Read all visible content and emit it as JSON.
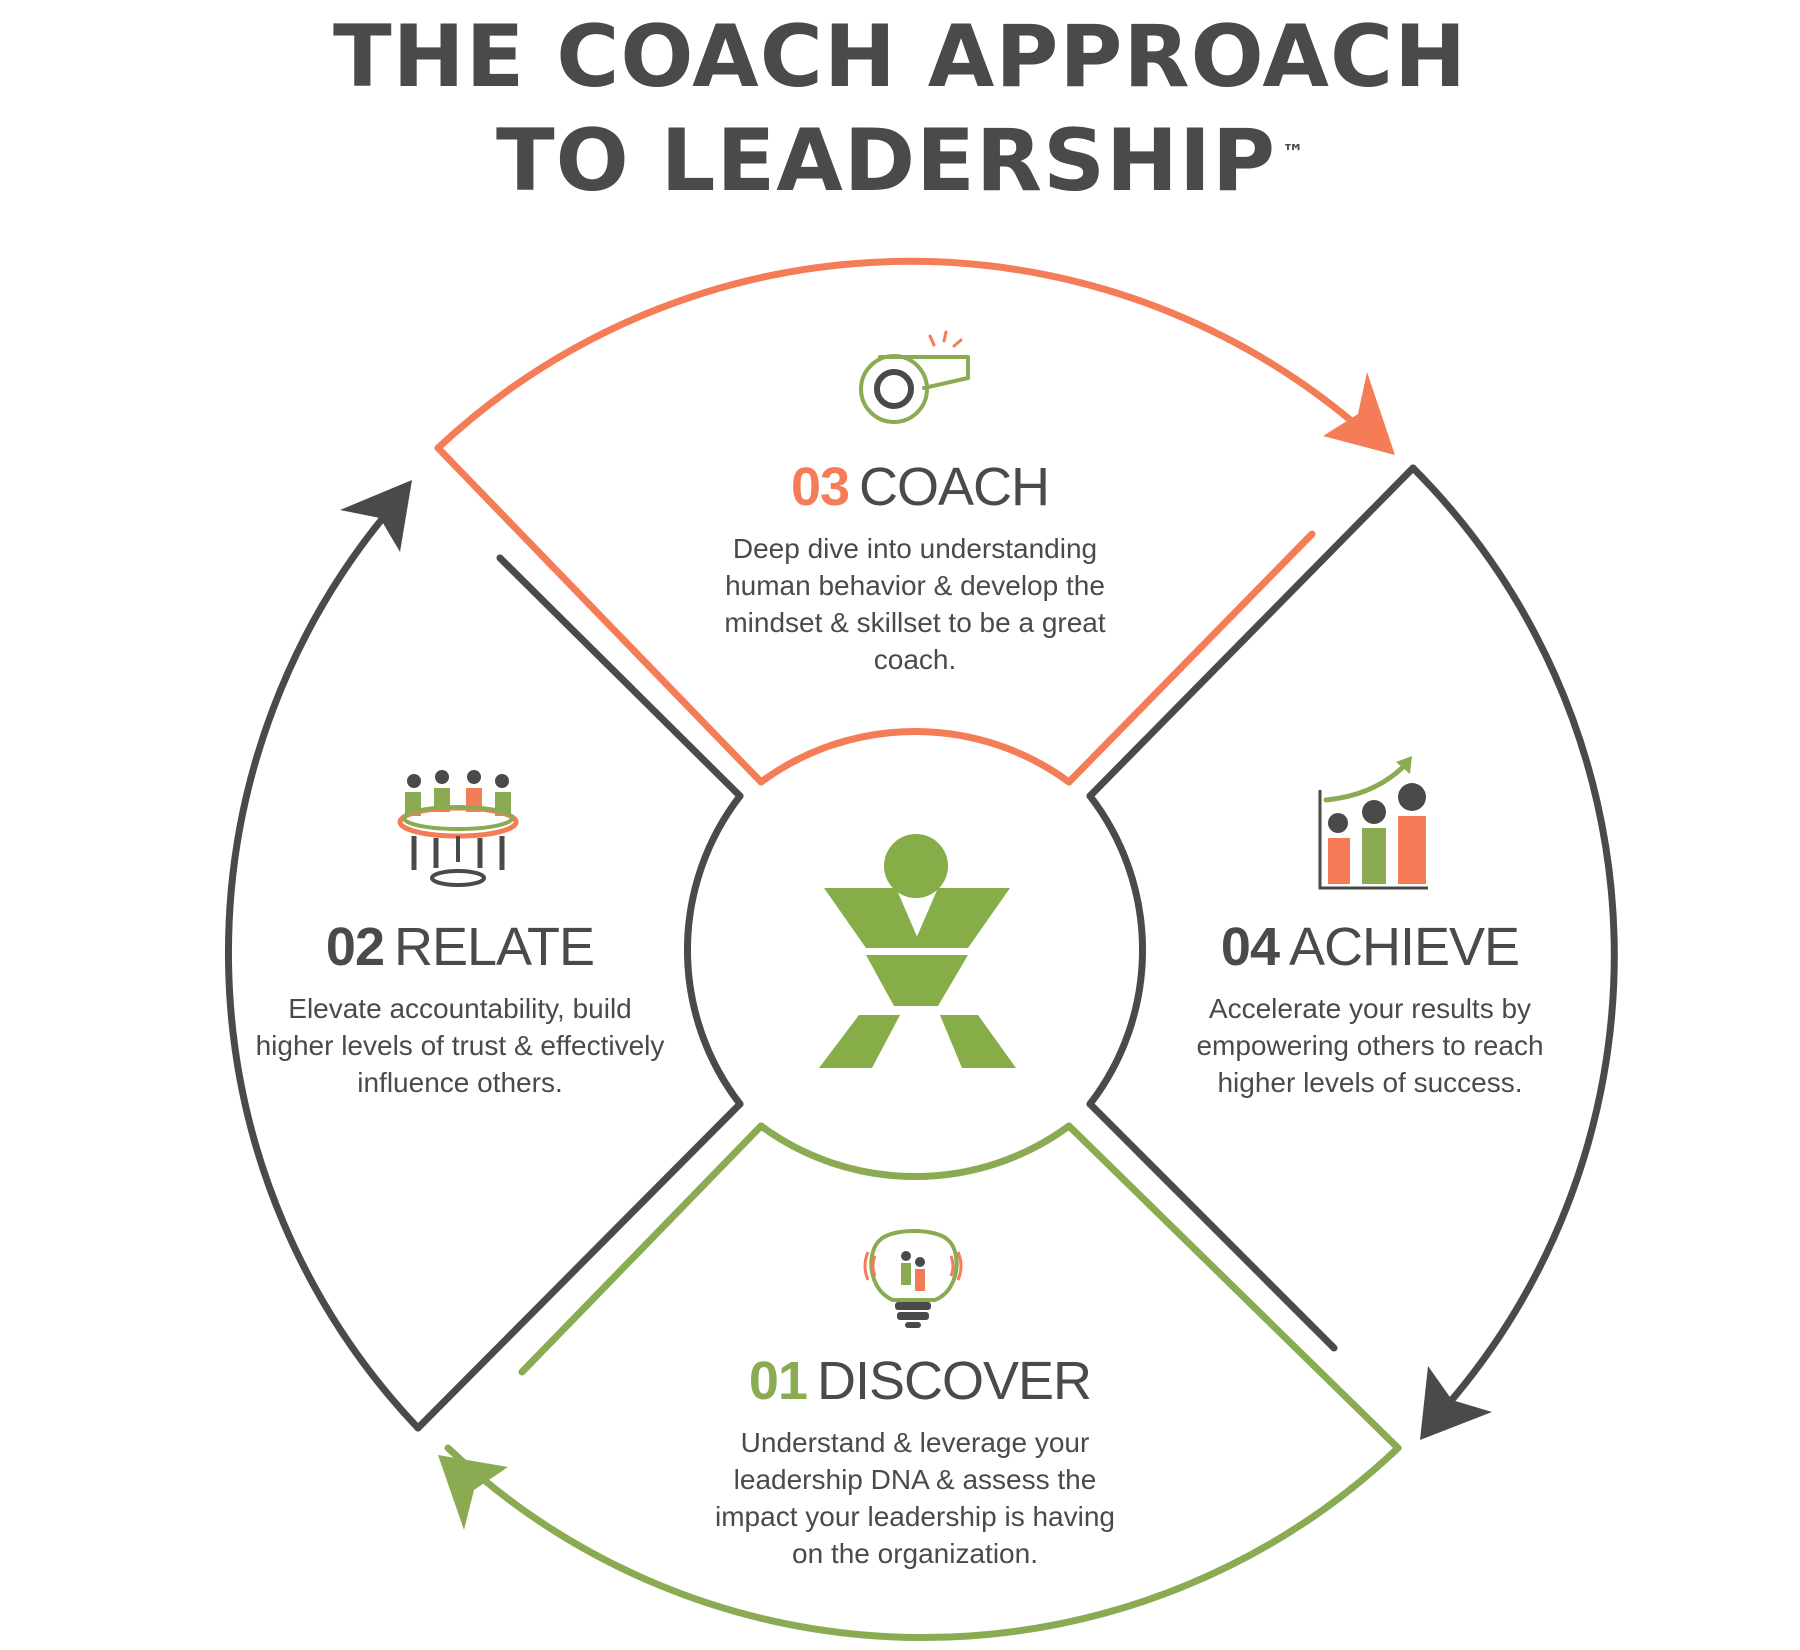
{
  "title": {
    "line1": "THE COACH APPROACH",
    "line2": "TO LEADERSHIP",
    "trademark": "™"
  },
  "colors": {
    "orange": "#f47c57",
    "green": "#8aab52",
    "dark": "#4a4a4a",
    "logo_green": "#86ad48"
  },
  "stages": {
    "coach": {
      "number": "03",
      "name": "COACH",
      "description": "Deep dive into understanding human behavior & develop the mindset & skillset to be a great coach.",
      "icon": "whistle-icon",
      "color": "#f47c57"
    },
    "relate": {
      "number": "02",
      "name": "RELATE",
      "description": "Elevate accountability, build higher levels of trust & effectively influence others.",
      "icon": "meeting-table-icon",
      "color": "#4a4a4a"
    },
    "achieve": {
      "number": "04",
      "name": "ACHIEVE",
      "description": "Accelerate your results by empowering others to reach higher levels of success.",
      "icon": "growth-chart-icon",
      "color": "#4a4a4a"
    },
    "discover": {
      "number": "01",
      "name": "DISCOVER",
      "description": "Understand & leverage your leadership DNA & assess the impact your leadership is having on the organization.",
      "icon": "lightbulb-icon",
      "color": "#8aab52"
    }
  },
  "center": {
    "icon": "person-x-logo-icon"
  }
}
